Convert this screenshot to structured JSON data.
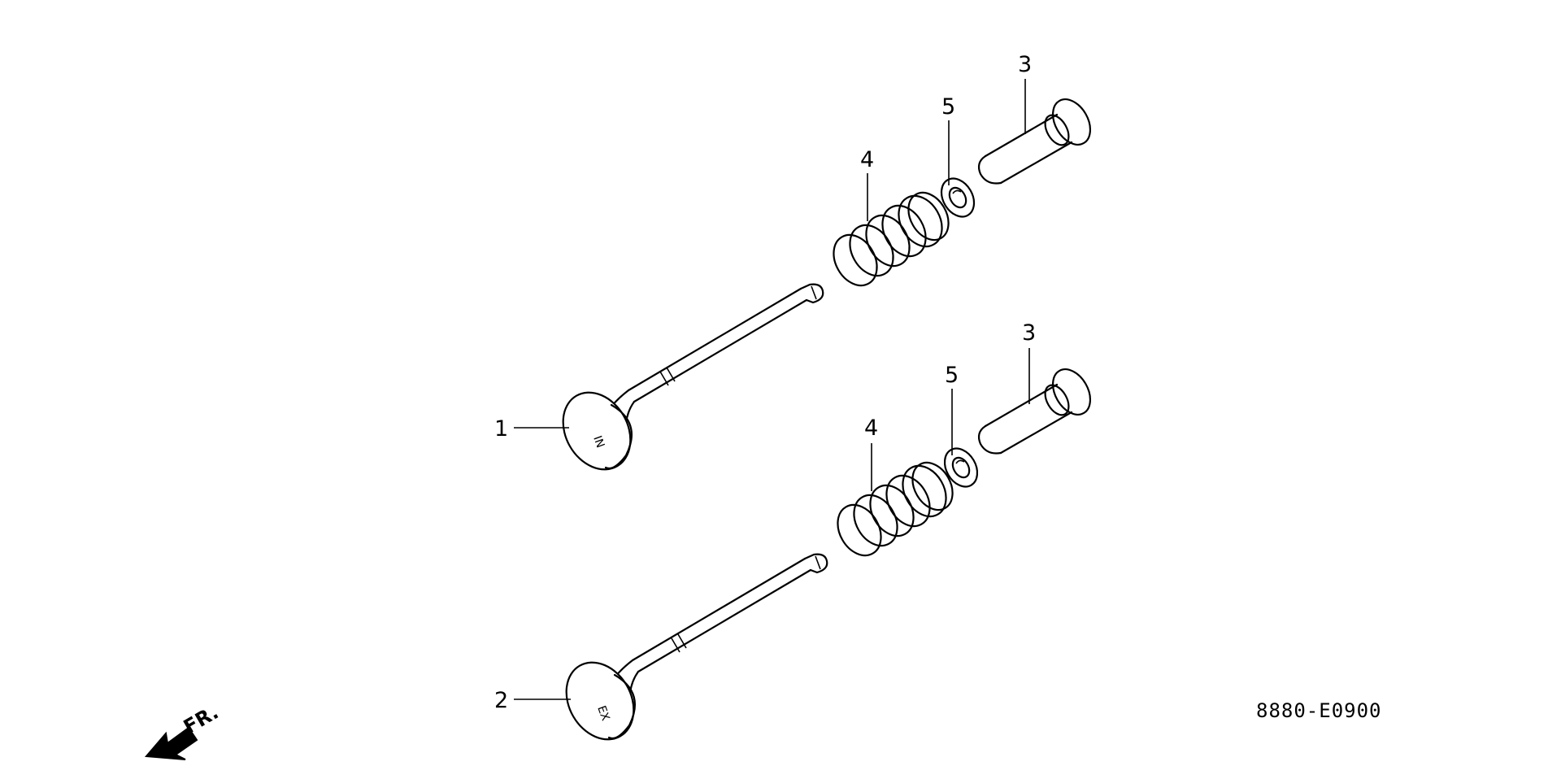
{
  "callouts": {
    "intake_valve": "1",
    "exhaust_valve": "2",
    "stem_seal_upper": "3",
    "stem_seal_lower": "3",
    "spring_upper": "4",
    "spring_lower": "4",
    "retainer_upper": "5",
    "retainer_lower": "5"
  },
  "valve_head_marks": {
    "intake": "IN",
    "exhaust": "EX"
  },
  "front_indicator": "FR.",
  "diagram_code": "8880-E0900"
}
